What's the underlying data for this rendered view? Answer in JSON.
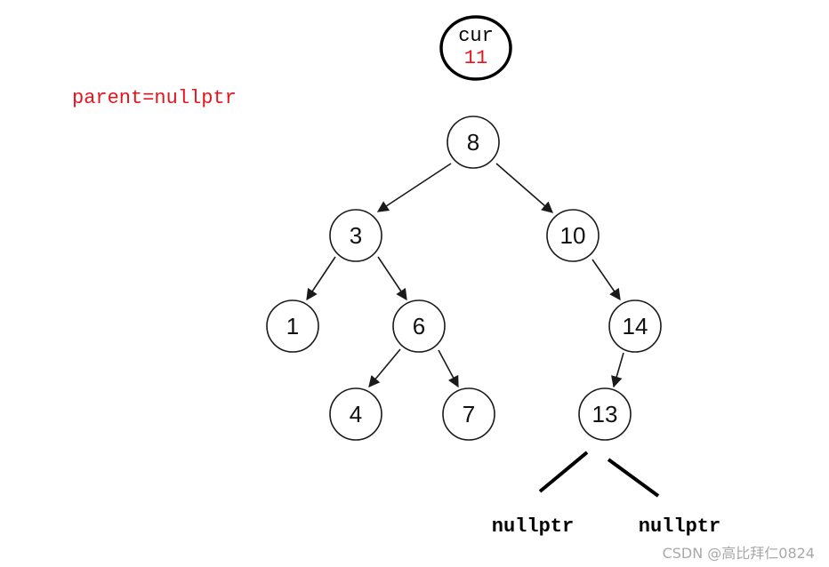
{
  "cursor": {
    "label": "cur",
    "value": "11",
    "value_color": "#e8141c"
  },
  "parent": {
    "text": "parent=nullptr",
    "color": "#e8141c"
  },
  "tree": {
    "nodes": [
      {
        "id": "n8",
        "label": "8"
      },
      {
        "id": "n3",
        "label": "3"
      },
      {
        "id": "n10",
        "label": "10"
      },
      {
        "id": "n1",
        "label": "1"
      },
      {
        "id": "n6",
        "label": "6"
      },
      {
        "id": "n14",
        "label": "14"
      },
      {
        "id": "n4",
        "label": "4"
      },
      {
        "id": "n7",
        "label": "7"
      },
      {
        "id": "n13",
        "label": "13"
      }
    ],
    "edges": [
      {
        "from": "8",
        "to": "3"
      },
      {
        "from": "8",
        "to": "10"
      },
      {
        "from": "3",
        "to": "1"
      },
      {
        "from": "3",
        "to": "6"
      },
      {
        "from": "10",
        "to": "14"
      },
      {
        "from": "6",
        "to": "4"
      },
      {
        "from": "6",
        "to": "7"
      },
      {
        "from": "14",
        "to": "13"
      }
    ],
    "null_children": {
      "parent": "13",
      "left": "nullptr",
      "right": "nullptr"
    }
  },
  "watermark": "CSDN @高比拜仁0824"
}
